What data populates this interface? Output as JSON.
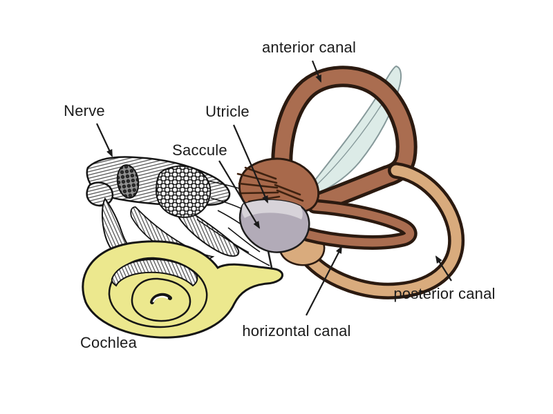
{
  "diagram": {
    "background_color": "#ffffff",
    "labels": {
      "anterior_canal": "anterior canal",
      "nerve": "Nerve",
      "utricle": "Utricle",
      "saccule": "Saccule",
      "cochlea": "Cochlea",
      "horizontal_canal": "horizontal canal",
      "posterior_canal": "posterior canal"
    },
    "colors": {
      "canal_brown": "#aa6d50",
      "posterior_canal_tan": "#d9ab7d",
      "outline_dark_brown": "#2b1a10",
      "cochlea_yellow": "#ece88e",
      "saccule_gray": "#b2abb8",
      "saccule_gray_light": "#d7d3d9",
      "endolymphatic_duct_blue": "#dcebe7",
      "label_text": "#1b1b1b"
    }
  }
}
